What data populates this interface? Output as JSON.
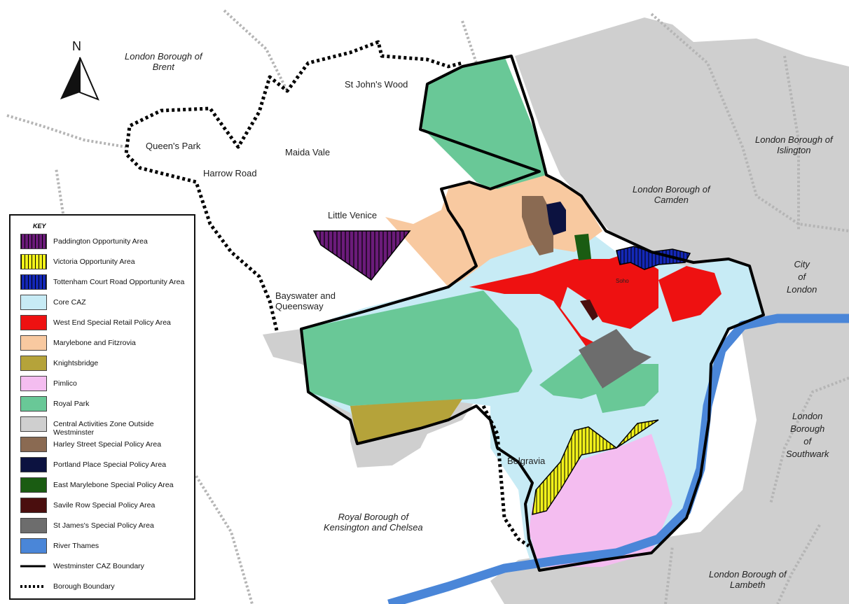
{
  "north_label": "N",
  "map": {
    "labels": {
      "brent": [
        "London Borough of",
        "Brent"
      ],
      "st_johns_wood": "St John's Wood",
      "queens_park": "Queen's Park",
      "maida_vale": "Maida Vale",
      "harrow_road": "Harrow Road",
      "little_venice": "Little Venice",
      "bayswater": [
        "Bayswater and",
        "Queensway"
      ],
      "islington": [
        "London Borough of",
        "Islington"
      ],
      "camden": [
        "London Borough of",
        "Camden"
      ],
      "city": [
        "City",
        "of",
        "London"
      ],
      "soho": "Soho",
      "southwark": [
        "London",
        "Borough",
        "of",
        "Southwark"
      ],
      "belgravia": "Belgravia",
      "kensington": [
        "Royal Borough of",
        "Kensington and Chelsea"
      ],
      "lambeth": [
        "London Borough of",
        "Lambeth"
      ]
    }
  },
  "colors": {
    "paddington": "#6b1b7a",
    "victoria": "#f2f21a",
    "tottenham": "#1428b8",
    "core_caz": "#c7ebf5",
    "west_end": "#ee1111",
    "marylebone": "#f8c9a0",
    "knightsbridge": "#b5a33a",
    "pimlico": "#f4bdf0",
    "royal_park": "#69c897",
    "caz_outside": "#cfcfcf",
    "harley": "#8a6a52",
    "portland": "#0c1240",
    "east_marylebone": "#1a5c12",
    "savile_row": "#4a0e0e",
    "st_james": "#6d6d6d",
    "thames": "#4a86d8"
  },
  "legend": {
    "title": "KEY",
    "items": [
      {
        "label": "Paddington Opportunity Area",
        "swatch": "hatch-purple"
      },
      {
        "label": "Victoria Opportunity Area",
        "swatch": "hatch-yellow"
      },
      {
        "label": "Tottenham Court Road Opportunity Area",
        "swatch": "hatch-blue"
      },
      {
        "label": "Core CAZ",
        "swatch": "#c7ebf5"
      },
      {
        "label": "West End Special Retail Policy Area",
        "swatch": "#ee1111"
      },
      {
        "label": "Marylebone and Fitzrovia",
        "swatch": "#f8c9a0"
      },
      {
        "label": "Knightsbridge",
        "swatch": "#b5a33a"
      },
      {
        "label": "Pimlico",
        "swatch": "#f4bdf0"
      },
      {
        "label": "Royal Park",
        "swatch": "#69c897"
      },
      {
        "label": "Central Activities Zone Outside Westminster",
        "swatch": "#cfcfcf"
      },
      {
        "label": "Harley Street Special Policy Area",
        "swatch": "#8a6a52"
      },
      {
        "label": "Portland Place Special Policy Area",
        "swatch": "#0c1240"
      },
      {
        "label": "East Marylebone Special Policy Area",
        "swatch": "#1a5c12"
      },
      {
        "label": "Savile Row Special Policy Area",
        "swatch": "#4a0e0e"
      },
      {
        "label": "St James's Special Policy Area",
        "swatch": "#6d6d6d"
      },
      {
        "label": "River Thames",
        "swatch": "#4a86d8"
      },
      {
        "label": "Westminster CAZ Boundary",
        "swatch": "line-solid"
      },
      {
        "label": "Borough Boundary",
        "swatch": "line-dotted"
      }
    ]
  }
}
